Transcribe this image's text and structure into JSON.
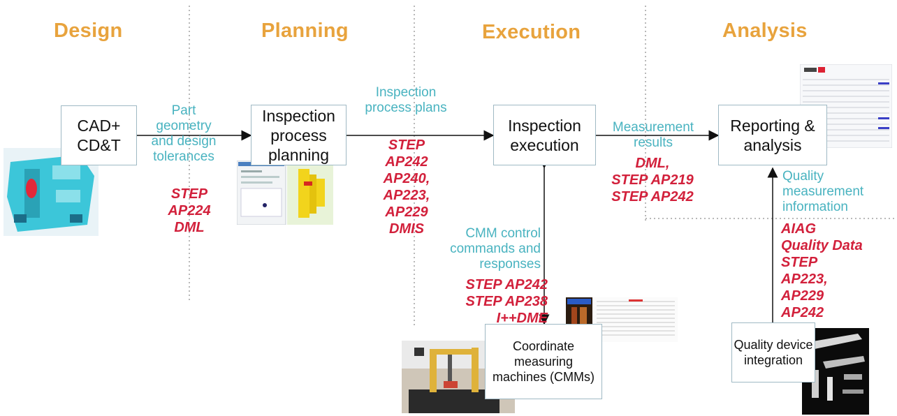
{
  "phases": [
    "Design",
    "Planning",
    "Execution",
    "Analysis"
  ],
  "boxes": {
    "cad": "CAD+ CD&T",
    "planning": "Inspection process planning",
    "execution": "Inspection execution",
    "reporting": "Reporting & analysis",
    "cmm": "Coordinate measuring machines (CMMs)",
    "quality_device": "Quality device integration"
  },
  "flows": {
    "design_to_planning": {
      "label": "Part geometry and design tolerances",
      "standards": [
        "STEP",
        "AP224",
        "DML"
      ]
    },
    "planning_to_execution": {
      "label": "Inspection process plans",
      "standards": [
        "STEP",
        "AP242",
        "AP240,",
        "AP223,",
        "AP229",
        "DMIS"
      ]
    },
    "execution_to_reporting": {
      "label": "Measurement results",
      "standards": [
        "DML,",
        "STEP AP219",
        "STEP AP242"
      ]
    },
    "cmm_link": {
      "label": "CMM control commands and responses",
      "standards": [
        "STEP AP242",
        "STEP AP238",
        "I++DME"
      ]
    },
    "quality_link": {
      "label": "Quality measurement information",
      "standards": [
        "AIAG",
        "Quality Data",
        "STEP",
        "AP223,",
        "AP229",
        "AP242"
      ]
    }
  },
  "colors": {
    "phase": "#e8a33d",
    "flow_label": "#49b3c0",
    "standard": "#d2203b",
    "box_border": "#9fb9c4",
    "divider": "#a0a0a0"
  }
}
